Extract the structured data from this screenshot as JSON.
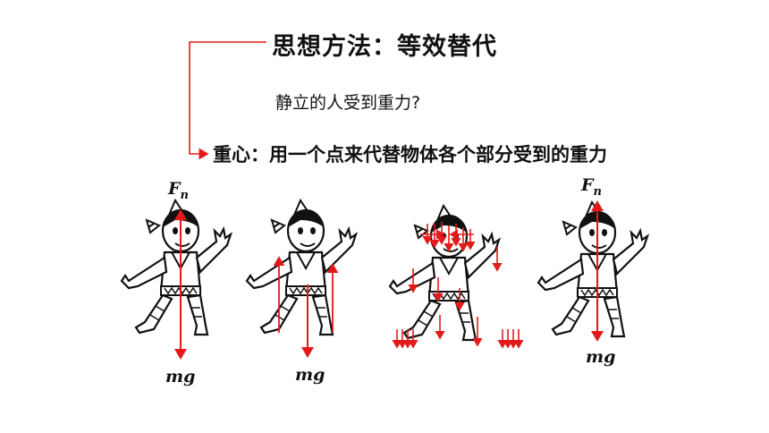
{
  "title": "思想方法：等效替代",
  "question": "静立的人受到重力?",
  "definition": "重心：用一个点来代替物体各个部分受到的重力",
  "force_labels": {
    "normal_main": "F",
    "normal_sub": "n",
    "gravity": "mg"
  },
  "colors": {
    "arrow": "#e31a1a",
    "ink": "#111111"
  }
}
